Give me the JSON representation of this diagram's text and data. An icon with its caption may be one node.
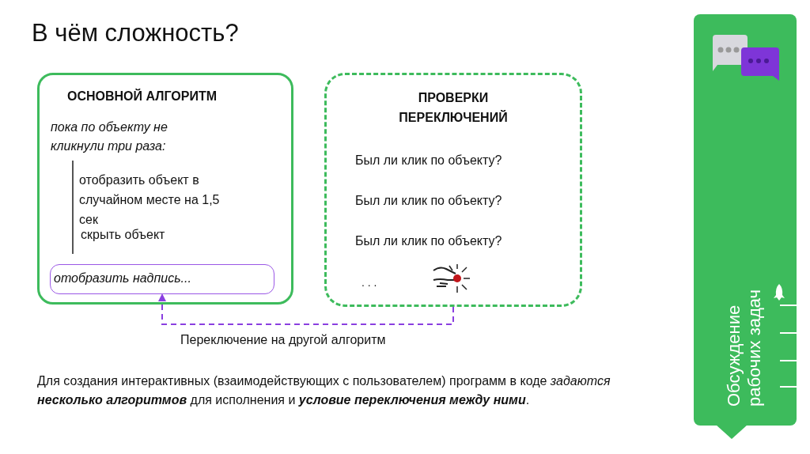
{
  "diagram": {
    "title": "В чём сложность?",
    "nodes": [
      {
        "text": [
          "ОСНОВНОЙ АЛГОРИТМ",
          "пока по объекту не кликнули три раза:",
          "отобразить объект в случайном месте на 1,5 сек",
          "скрыть объект"
        ]
      },
      {
        "text": [
          "отобразить надпись..."
        ],
        "in": 0
      },
      {
        "text": [
          "ПРОВЕРКИ ПЕРЕКЛЮЧЕНИЙ",
          "Был ли клик по объекту?",
          "Был ли клик по объекту?",
          "Был ли клик по объекту?",
          ". . ."
        ]
      },
      {
        "text": [
          "Обсуждение рабочих задач"
        ]
      }
    ],
    "edges": [
      {
        "from": 2,
        "to": 1,
        "arrow": "to",
        "label": "Переключение на другой алгоритм",
        "style": "dashed",
        "color": "#8a3fe0"
      }
    ],
    "labels": [
      "Для создания интерактивных (взаимодействующих с пользователем) программ в коде *задаются* **несколько алгоритмов** для исполнения и  **условие переключения между ними**."
    ]
  }
}
